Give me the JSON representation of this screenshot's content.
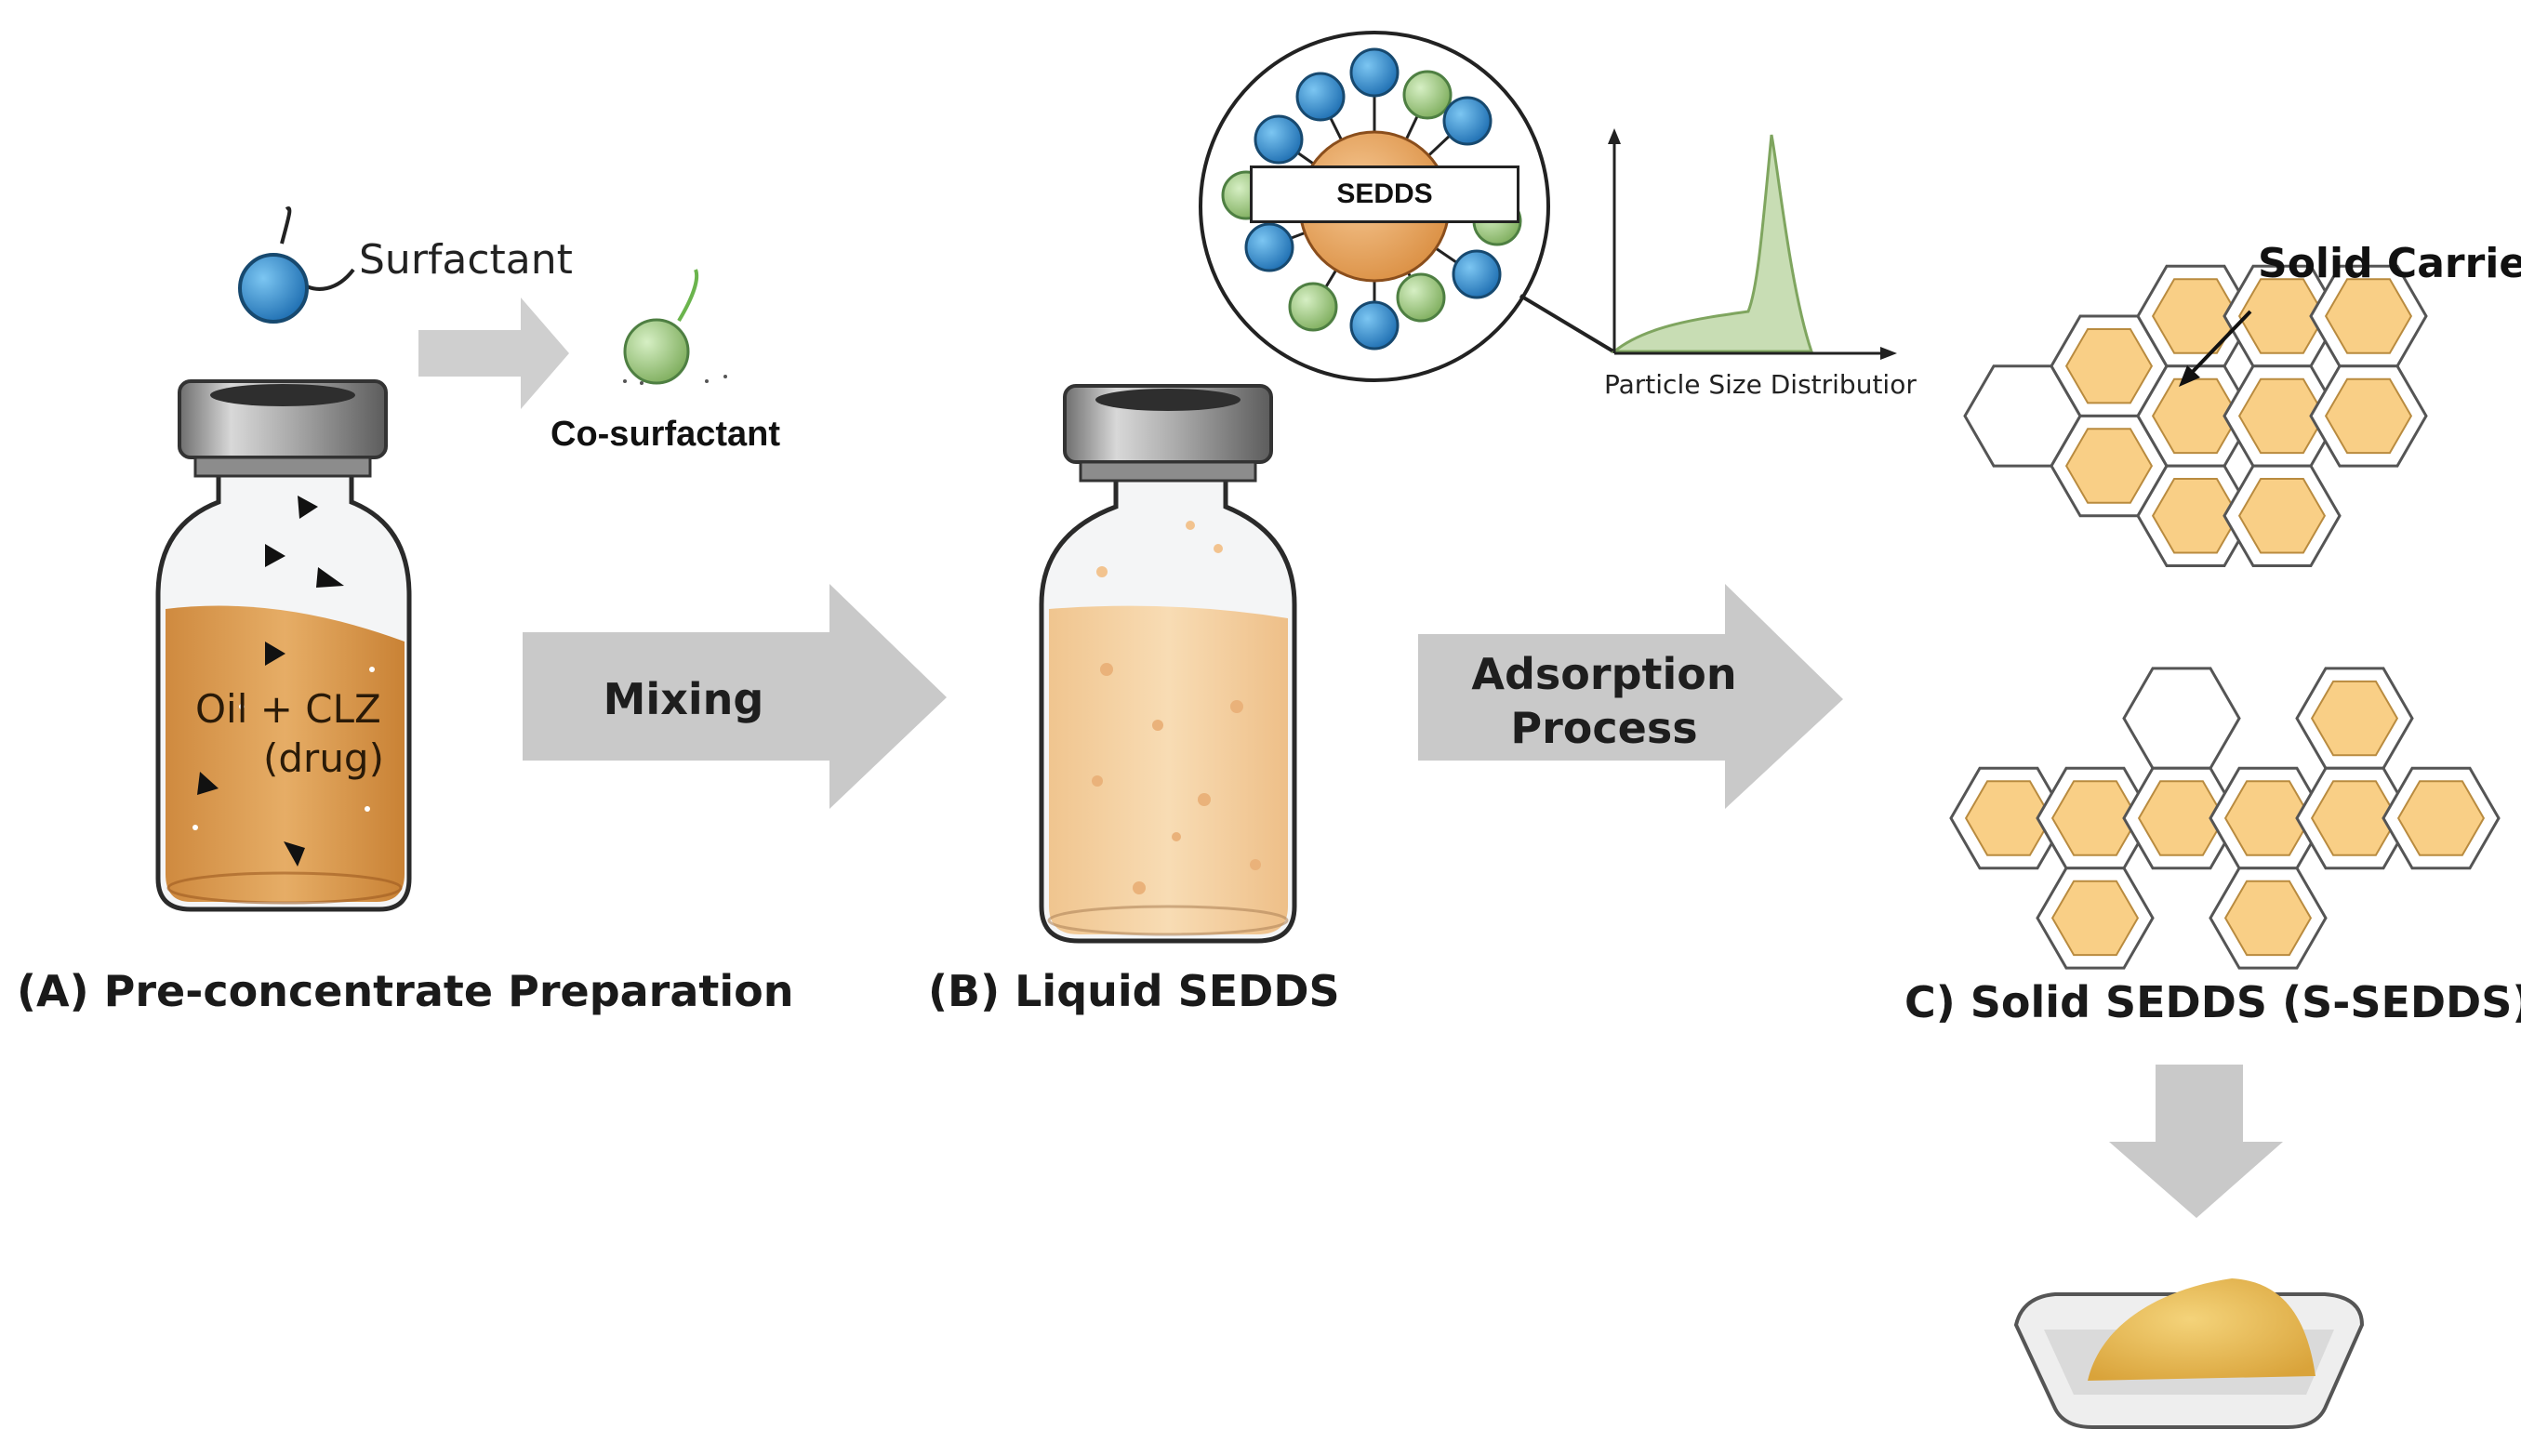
{
  "diagram": {
    "surfactant_label": "Surfactant",
    "cosurfactant_label": "Co-surfactant",
    "vial_a_content_line1": "Oil + CLZ",
    "vial_a_content_line2": "(drug)",
    "mixing_label": "Mixing",
    "adsorption_label_line1": "Adsorption",
    "adsorption_label_line2": "Process",
    "sedds_label": "SEDDS",
    "psd_label": "Particle Size Distributior",
    "solid_carrier_label": "Solid Carrier",
    "caption_a": "(A) Pre-concentrate Preparation",
    "caption_b": "(B) Liquid SEDDS",
    "caption_c": "C) Solid SEDDS (S-SEDDS)"
  },
  "colors": {
    "arrow_gray": "#c9c9c9",
    "oil_amber": "#e0a35a",
    "liquid_sedds": "#f3d2a4",
    "surfactant_blue": "#2f8fd0",
    "cosurfactant_green": "#9cc878",
    "carrier_fill": "#f9cf86",
    "psd_fill": "#c8ddb4",
    "powder": "#ebbf52"
  }
}
